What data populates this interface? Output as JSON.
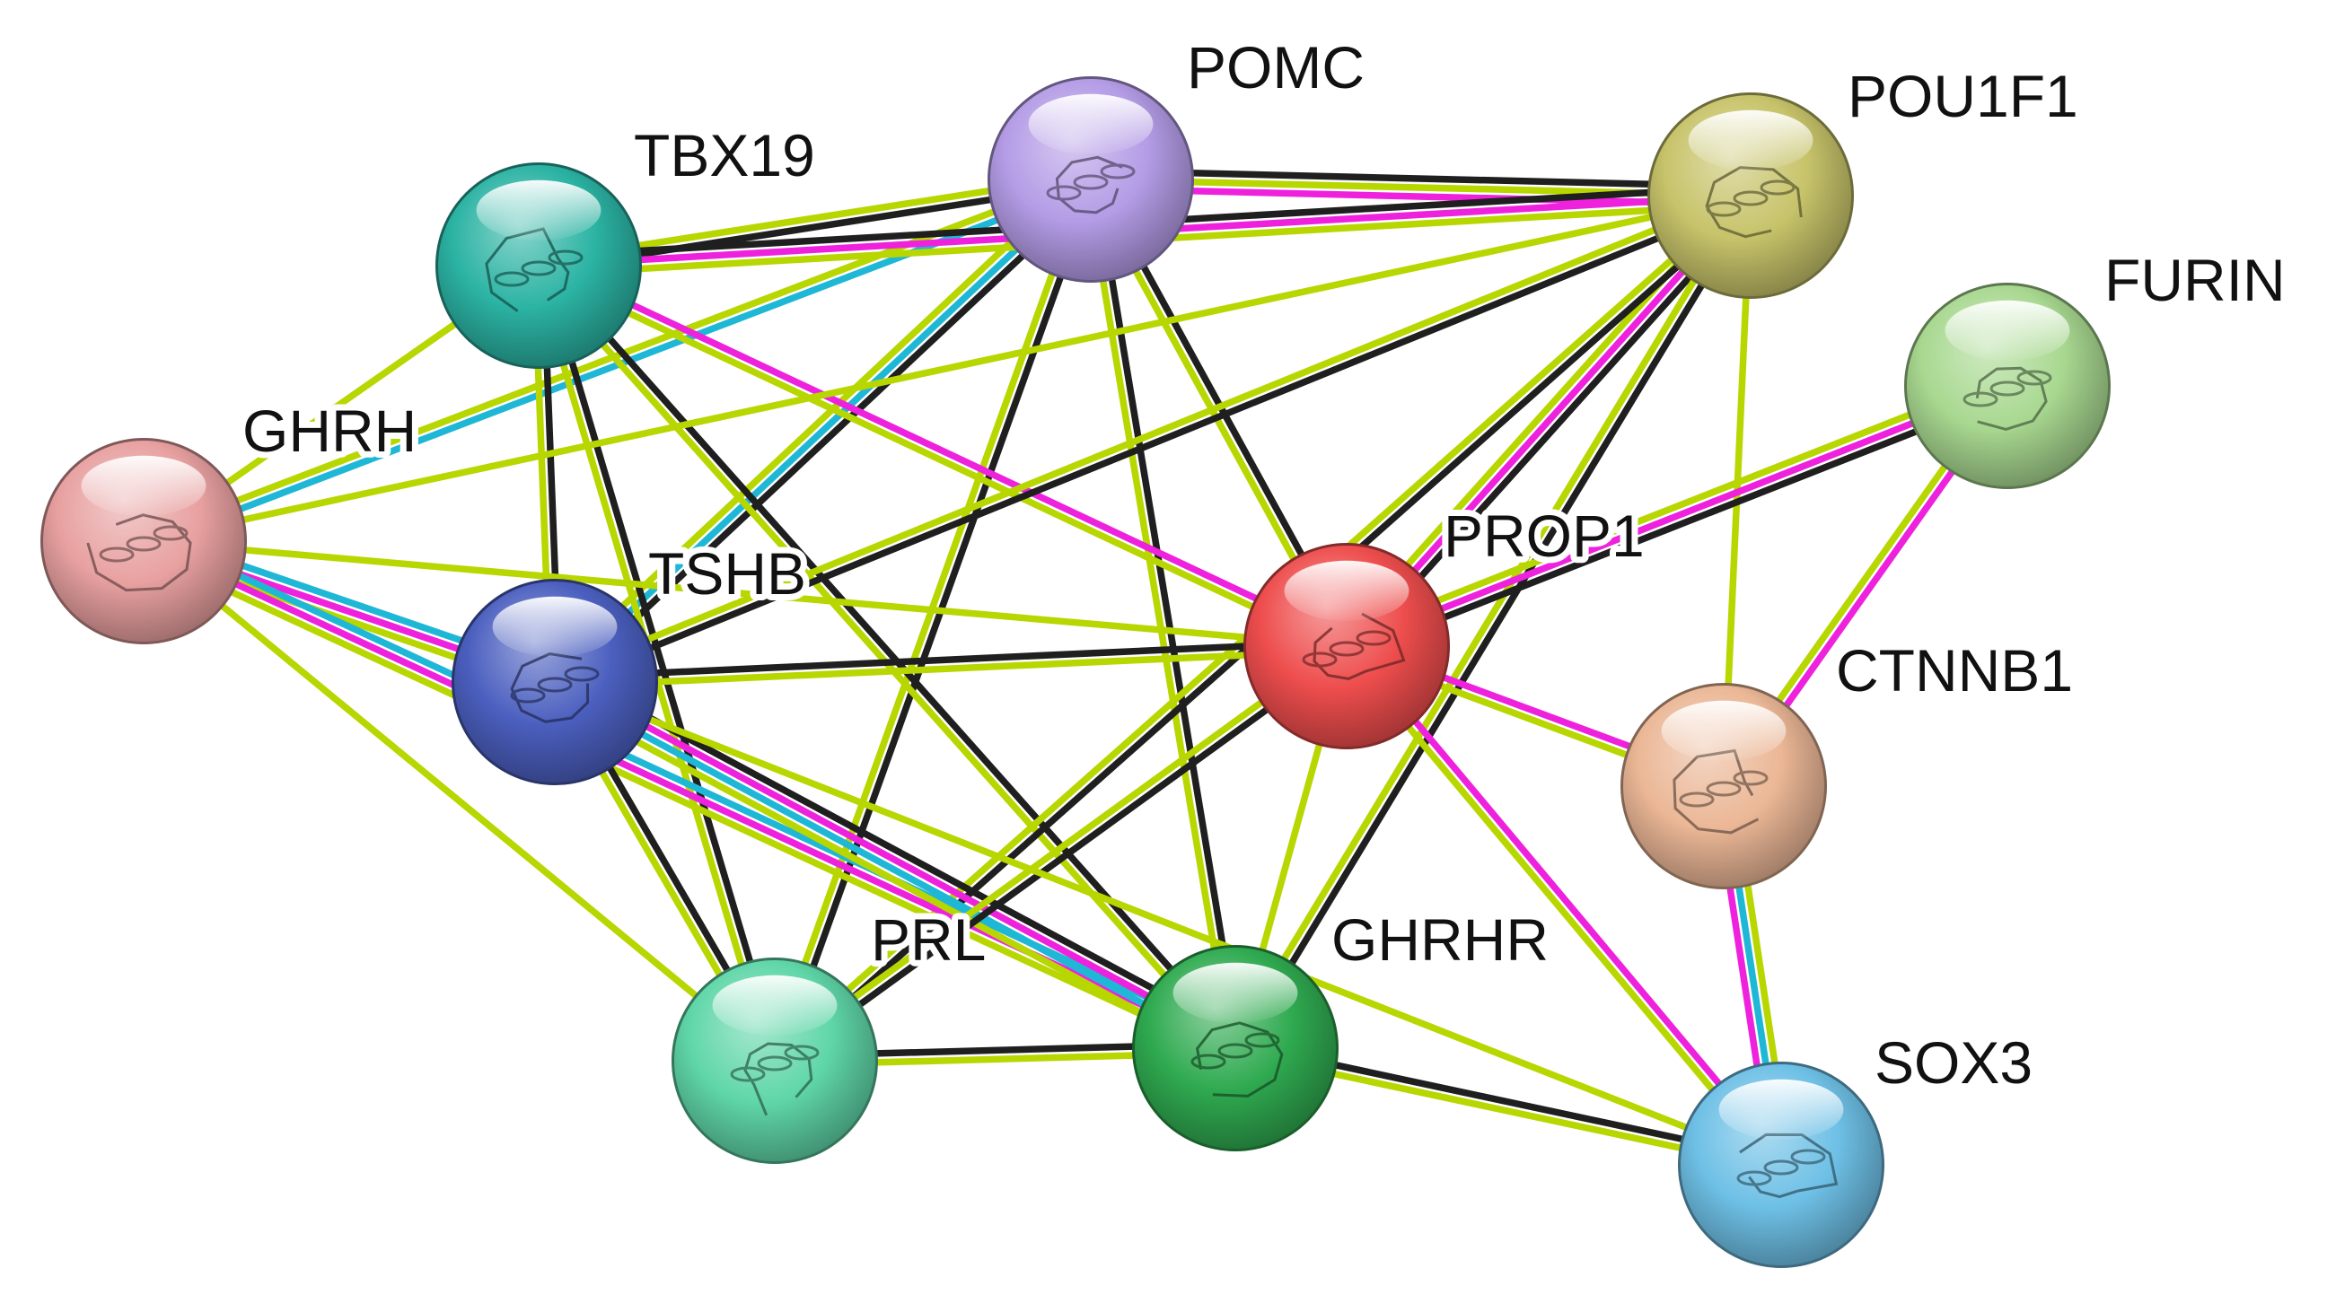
{
  "colors": {
    "background": "#ffffff",
    "label": "#111111",
    "evidence": {
      "coexpression": "#1f1f1f",
      "textmining": "#b8d600",
      "experimental": "#ee22dd",
      "database": "#1fb7d6"
    }
  },
  "nodes": [
    {
      "id": "POMC",
      "label": "POMC",
      "color": "#b49ce6",
      "icon": "protein-structure-icon"
    },
    {
      "id": "POU1F1",
      "label": "POU1F1",
      "color": "#c7c36a",
      "icon": "protein-structure-icon"
    },
    {
      "id": "TBX19",
      "label": "TBX19",
      "color": "#2bb3a3",
      "icon": "protein-structure-icon"
    },
    {
      "id": "FURIN",
      "label": "FURIN",
      "color": "#a8d890",
      "icon": "protein-structure-icon"
    },
    {
      "id": "GHRH",
      "label": "GHRH",
      "color": "#e8a0a0",
      "icon": "protein-structure-icon"
    },
    {
      "id": "PROP1",
      "label": "PROP1",
      "color": "#ee4d4d",
      "icon": "protein-structure-icon"
    },
    {
      "id": "TSHB",
      "label": "TSHB",
      "color": "#4b5fbf",
      "icon": "protein-structure-icon"
    },
    {
      "id": "CTNNB1",
      "label": "CTNNB1",
      "color": "#ebb796",
      "icon": "protein-structure-icon"
    },
    {
      "id": "PRL",
      "label": "PRL",
      "color": "#5fd6a8",
      "icon": "protein-structure-icon"
    },
    {
      "id": "GHRHR",
      "label": "GHRHR",
      "color": "#2faa50",
      "icon": "protein-structure-icon"
    },
    {
      "id": "SOX3",
      "label": "SOX3",
      "color": "#6ec0e6",
      "icon": "protein-structure-icon"
    }
  ],
  "edges": [
    {
      "source": "POMC",
      "target": "POU1F1",
      "evidence": [
        "coexpression",
        "textmining",
        "experimental"
      ]
    },
    {
      "source": "POMC",
      "target": "TBX19",
      "evidence": [
        "coexpression",
        "textmining"
      ]
    },
    {
      "source": "POMC",
      "target": "GHRH",
      "evidence": [
        "database",
        "textmining"
      ]
    },
    {
      "source": "POMC",
      "target": "TSHB",
      "evidence": [
        "coexpression",
        "database",
        "textmining"
      ]
    },
    {
      "source": "POMC",
      "target": "PROP1",
      "evidence": [
        "coexpression",
        "textmining"
      ]
    },
    {
      "source": "POMC",
      "target": "PRL",
      "evidence": [
        "coexpression",
        "textmining"
      ]
    },
    {
      "source": "POMC",
      "target": "GHRHR",
      "evidence": [
        "coexpression",
        "textmining"
      ]
    },
    {
      "source": "TBX19",
      "target": "POU1F1",
      "evidence": [
        "coexpression",
        "experimental",
        "textmining"
      ]
    },
    {
      "source": "TBX19",
      "target": "GHRH",
      "evidence": [
        "textmining"
      ]
    },
    {
      "source": "TBX19",
      "target": "TSHB",
      "evidence": [
        "coexpression",
        "textmining"
      ]
    },
    {
      "source": "TBX19",
      "target": "PROP1",
      "evidence": [
        "experimental",
        "textmining"
      ]
    },
    {
      "source": "TBX19",
      "target": "PRL",
      "evidence": [
        "coexpression",
        "textmining"
      ]
    },
    {
      "source": "TBX19",
      "target": "GHRHR",
      "evidence": [
        "coexpression",
        "textmining"
      ]
    },
    {
      "source": "POU1F1",
      "target": "GHRH",
      "evidence": [
        "textmining"
      ]
    },
    {
      "source": "POU1F1",
      "target": "TSHB",
      "evidence": [
        "coexpression",
        "textmining"
      ]
    },
    {
      "source": "POU1F1",
      "target": "PROP1",
      "evidence": [
        "coexpression",
        "experimental",
        "textmining"
      ]
    },
    {
      "source": "POU1F1",
      "target": "CTNNB1",
      "evidence": [
        "textmining"
      ]
    },
    {
      "source": "POU1F1",
      "target": "PRL",
      "evidence": [
        "coexpression",
        "textmining"
      ]
    },
    {
      "source": "POU1F1",
      "target": "GHRHR",
      "evidence": [
        "coexpression",
        "textmining"
      ]
    },
    {
      "source": "FURIN",
      "target": "PROP1",
      "evidence": [
        "coexpression",
        "experimental",
        "textmining"
      ]
    },
    {
      "source": "FURIN",
      "target": "CTNNB1",
      "evidence": [
        "experimental",
        "textmining"
      ]
    },
    {
      "source": "GHRH",
      "target": "TSHB",
      "evidence": [
        "database",
        "experimental",
        "textmining"
      ]
    },
    {
      "source": "GHRH",
      "target": "PROP1",
      "evidence": [
        "textmining"
      ]
    },
    {
      "source": "GHRH",
      "target": "PRL",
      "evidence": [
        "textmining"
      ]
    },
    {
      "source": "GHRH",
      "target": "GHRHR",
      "evidence": [
        "database",
        "experimental",
        "textmining"
      ]
    },
    {
      "source": "TSHB",
      "target": "PROP1",
      "evidence": [
        "coexpression",
        "textmining"
      ]
    },
    {
      "source": "TSHB",
      "target": "PRL",
      "evidence": [
        "coexpression",
        "textmining"
      ]
    },
    {
      "source": "TSHB",
      "target": "GHRHR",
      "evidence": [
        "coexpression",
        "experimental",
        "database",
        "textmining"
      ]
    },
    {
      "source": "PROP1",
      "target": "CTNNB1",
      "evidence": [
        "experimental",
        "textmining"
      ]
    },
    {
      "source": "PROP1",
      "target": "PRL",
      "evidence": [
        "coexpression",
        "textmining"
      ]
    },
    {
      "source": "PROP1",
      "target": "GHRHR",
      "evidence": [
        "textmining"
      ]
    },
    {
      "source": "PROP1",
      "target": "SOX3",
      "evidence": [
        "experimental",
        "textmining"
      ]
    },
    {
      "source": "CTNNB1",
      "target": "SOX3",
      "evidence": [
        "textmining",
        "database",
        "experimental"
      ]
    },
    {
      "source": "PRL",
      "target": "GHRHR",
      "evidence": [
        "coexpression",
        "textmining"
      ]
    },
    {
      "source": "GHRHR",
      "target": "SOX3",
      "evidence": [
        "coexpression",
        "textmining"
      ]
    },
    {
      "source": "TSHB",
      "target": "SOX3",
      "evidence": [
        "textmining"
      ]
    }
  ]
}
